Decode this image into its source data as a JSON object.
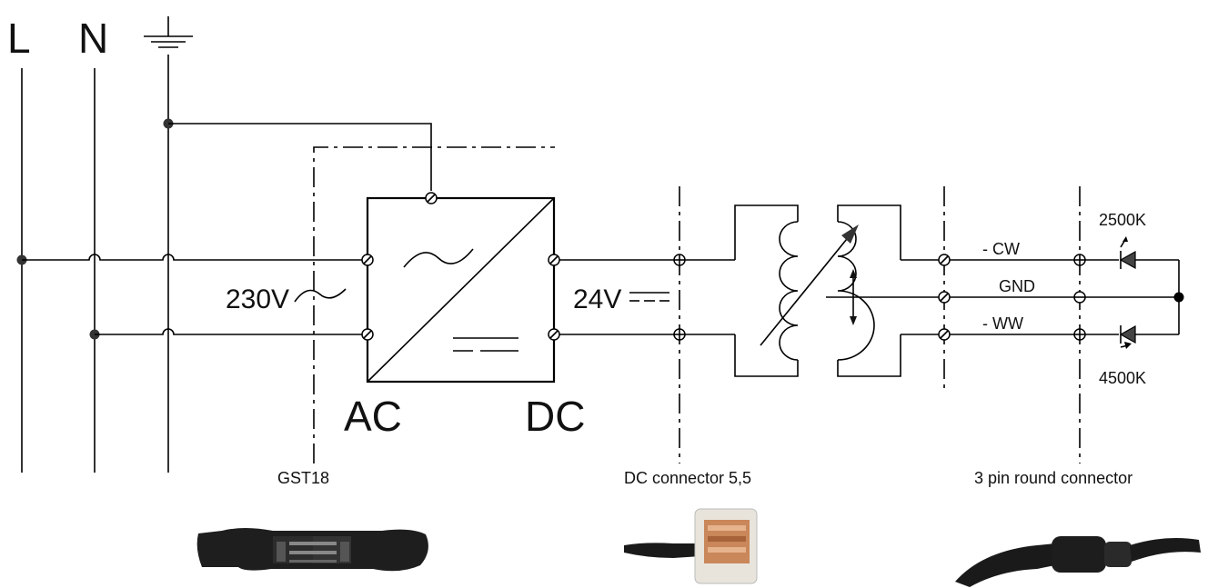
{
  "supply": {
    "line_label": "L",
    "neutral_label": "N",
    "ground_icon": "ground-icon"
  },
  "psu": {
    "input_voltage": "230V",
    "output_voltage": "24V",
    "ac_label": "AC",
    "dc_label": "DC"
  },
  "outputs": {
    "cw": "- CW",
    "gnd": "GND",
    "ww": "- WW"
  },
  "leds": {
    "warm_temp": "2500K",
    "cool_temp": "4500K"
  },
  "connectors": [
    {
      "label": "GST18",
      "photo_icon": "gst18-connector-photo"
    },
    {
      "label": "DC connector 5,5",
      "photo_icon": "dc-barrel-connector-photo"
    },
    {
      "label": "3 pin round connector",
      "photo_icon": "round-connector-photo"
    }
  ]
}
